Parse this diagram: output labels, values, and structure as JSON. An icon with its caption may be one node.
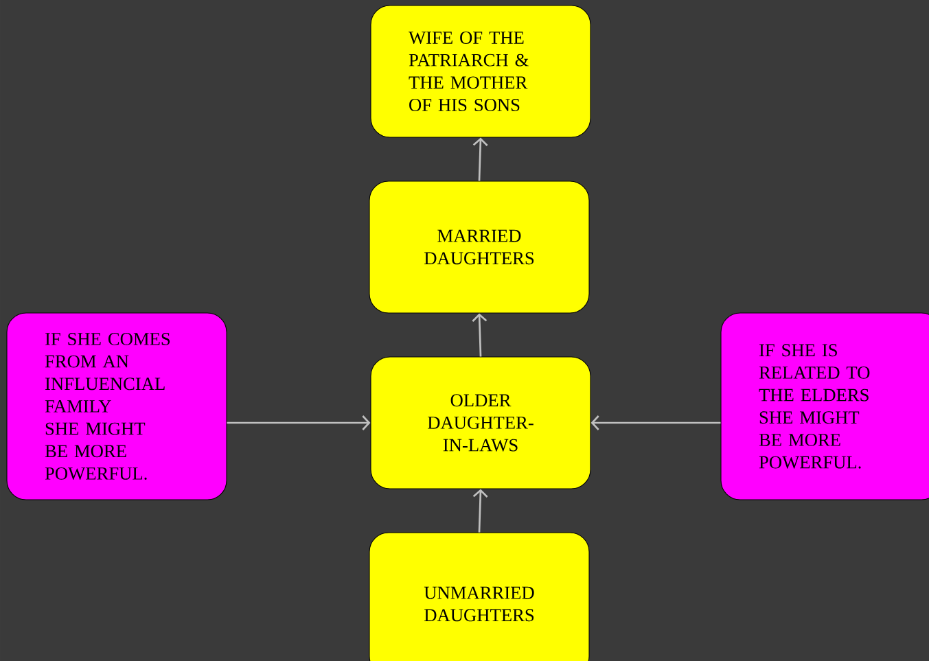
{
  "diagram": {
    "nodes": [
      {
        "text": [
          "WIFE OF THE PATRIARCH & THE MOTHER OF HIS SONS"
        ]
      },
      {
        "text": [
          "MARRIED DAUGHTERS"
        ]
      },
      {
        "text": [
          "IF SHE COMES FROM AN INFLUENCIAL FAMILY SHE MIGHT BE MORE POWERFUL."
        ]
      },
      {
        "text": [
          "OLDER DAUGHTER-IN-LAWS"
        ]
      },
      {
        "text": [
          "IF SHE IS RELATED TO THE ELDERS SHE MIGHT BE MORE POWERFUL."
        ]
      },
      {
        "text": [
          "UNMARRIED DAUGHTERS"
        ]
      }
    ],
    "edges": [
      {
        "from": 1,
        "to": 0,
        "arrow": "to"
      },
      {
        "from": 3,
        "to": 1,
        "arrow": "to"
      },
      {
        "from": 2,
        "to": 3,
        "arrow": "to"
      },
      {
        "from": 4,
        "to": 3,
        "arrow": "to"
      },
      {
        "from": 5,
        "to": 3,
        "arrow": "to"
      }
    ]
  }
}
